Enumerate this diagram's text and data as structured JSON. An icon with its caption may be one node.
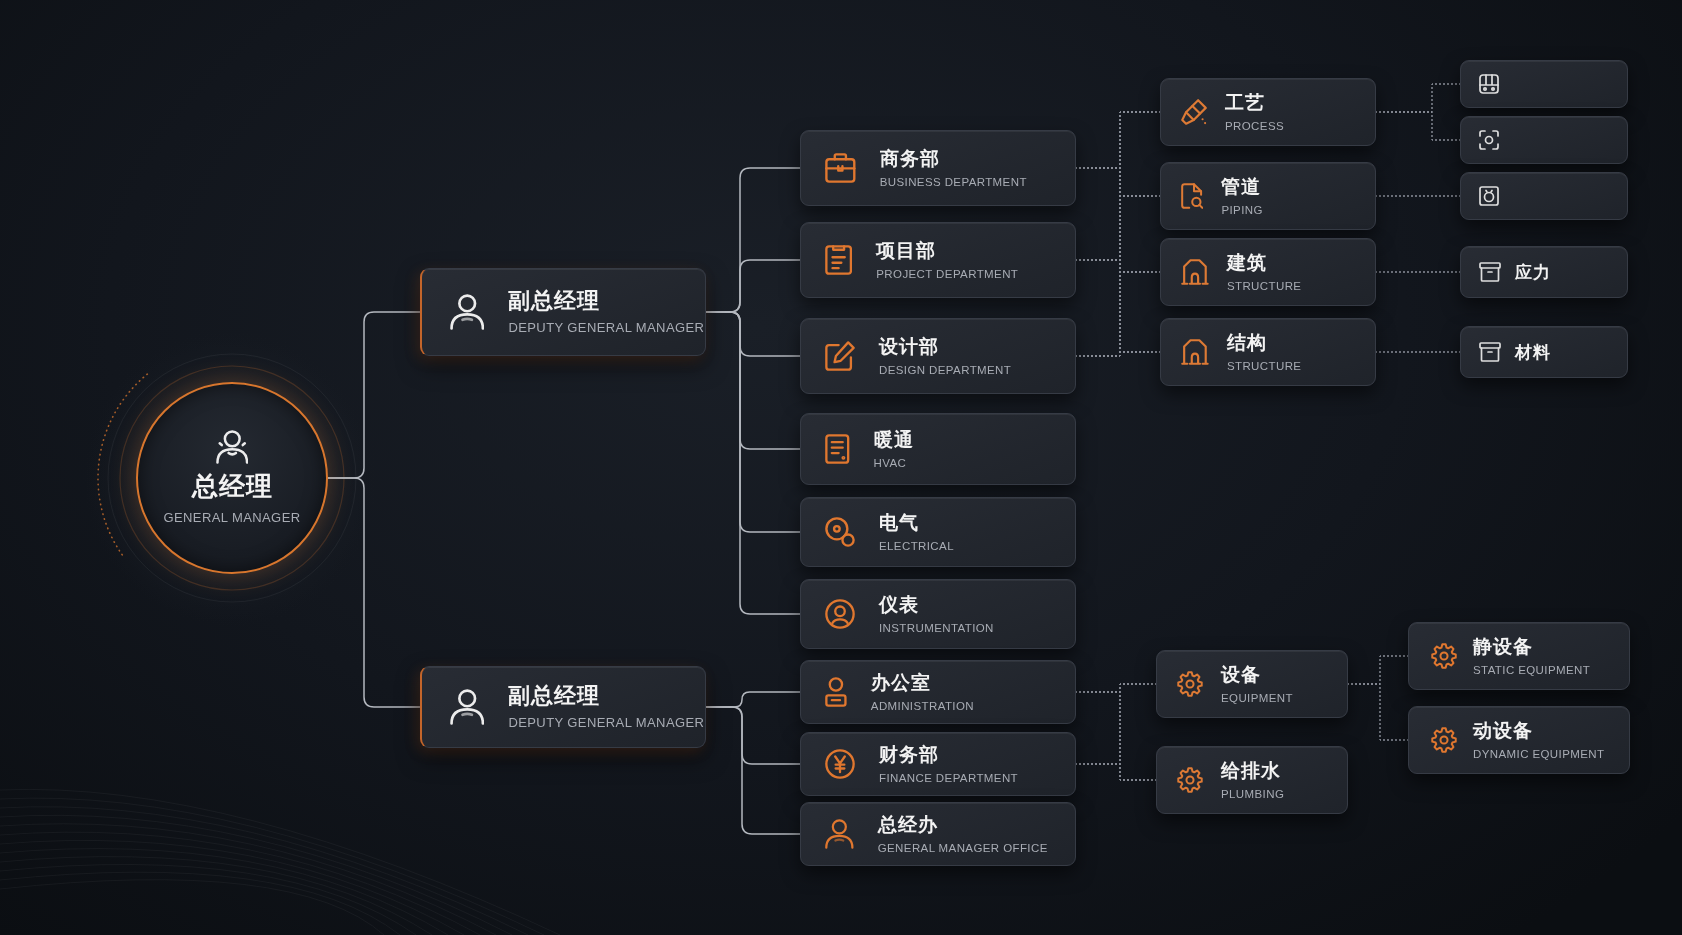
{
  "diagram": {
    "nodes": [
      {
        "text": [
          "总经理",
          "GENERAL MANAGER"
        ]
      },
      {
        "text": [
          "副总经理",
          "DEPUTY GENERAL MANAGER"
        ]
      },
      {
        "text": [
          "副总经理",
          "DEPUTY GENERAL MANAGER"
        ]
      },
      {
        "text": [
          "商务部",
          "BUSINESS DEPARTMENT"
        ]
      },
      {
        "text": [
          "项目部",
          "PROJECT DEPARTMENT"
        ]
      },
      {
        "text": [
          "设计部",
          "DESIGN DEPARTMENT"
        ]
      },
      {
        "text": [
          "暖通",
          "HVAC"
        ]
      },
      {
        "text": [
          "电气",
          "ELECTRICAL"
        ]
      },
      {
        "text": [
          "仪表",
          "INSTRUMENTATION"
        ]
      },
      {
        "text": [
          "办公室",
          "ADMINISTRATION"
        ]
      },
      {
        "text": [
          "财务部",
          "FINANCE DEPARTMENT"
        ]
      },
      {
        "text": [
          "总经办",
          "GENERAL MANAGER OFFICE"
        ]
      },
      {
        "text": [
          "工艺",
          "PROCESS"
        ]
      },
      {
        "text": [
          "管道",
          "PIPING"
        ]
      },
      {
        "text": [
          "建筑",
          "STRUCTURE"
        ]
      },
      {
        "text": [
          "结构",
          "STRUCTURE"
        ]
      },
      {
        "text": [
          "设备",
          "EQUIPMENT"
        ]
      },
      {
        "text": [
          "给排水",
          "PLUMBING"
        ]
      },
      {
        "text": [],
        "shape": "box"
      },
      {
        "text": [],
        "shape": "box"
      },
      {
        "text": [],
        "shape": "box"
      },
      {
        "text": [
          "应力"
        ]
      },
      {
        "text": [
          "材料"
        ]
      },
      {
        "text": [
          "静设备",
          "STATIC EQUIPMENT"
        ]
      },
      {
        "text": [
          "动设备",
          "DYNAMIC EQUIPMENT"
        ]
      }
    ],
    "edges": [
      {
        "from": 0,
        "to": 1,
        "arrow": "none"
      },
      {
        "from": 0,
        "to": 2,
        "arrow": "none"
      },
      {
        "from": 1,
        "to": 3,
        "arrow": "none"
      },
      {
        "from": 1,
        "to": 4,
        "arrow": "none"
      },
      {
        "from": 1,
        "to": 5,
        "arrow": "none"
      },
      {
        "from": 1,
        "to": 6,
        "arrow": "none"
      },
      {
        "from": 1,
        "to": 7,
        "arrow": "none"
      },
      {
        "from": 1,
        "to": 8,
        "arrow": "none"
      },
      {
        "from": 2,
        "to": 9,
        "arrow": "none"
      },
      {
        "from": 2,
        "to": 10,
        "arrow": "none"
      },
      {
        "from": 2,
        "to": 11,
        "arrow": "none"
      },
      {
        "from": 3,
        "to": 12,
        "arrow": "none",
        "style": "dashed"
      },
      {
        "from": 3,
        "to": 13,
        "arrow": "none",
        "style": "dashed"
      },
      {
        "from": 3,
        "to": 14,
        "arrow": "none",
        "style": "dashed"
      },
      {
        "from": 3,
        "to": 15,
        "arrow": "none",
        "style": "dashed"
      },
      {
        "from": 4,
        "to": 12,
        "arrow": "none",
        "style": "dashed"
      },
      {
        "from": 4,
        "to": 13,
        "arrow": "none",
        "style": "dashed"
      },
      {
        "from": 4,
        "to": 14,
        "arrow": "none",
        "style": "dashed"
      },
      {
        "from": 4,
        "to": 15,
        "arrow": "none",
        "style": "dashed"
      },
      {
        "from": 5,
        "to": 12,
        "arrow": "none",
        "style": "dashed"
      },
      {
        "from": 5,
        "to": 13,
        "arrow": "none",
        "style": "dashed"
      },
      {
        "from": 5,
        "to": 14,
        "arrow": "none",
        "style": "dashed"
      },
      {
        "from": 5,
        "to": 15,
        "arrow": "none",
        "style": "dashed"
      },
      {
        "from": 12,
        "to": 18,
        "arrow": "none",
        "style": "dashed"
      },
      {
        "from": 12,
        "to": 19,
        "arrow": "none",
        "style": "dashed"
      },
      {
        "from": 13,
        "to": 20,
        "arrow": "none",
        "style": "dashed"
      },
      {
        "from": 14,
        "to": 21,
        "arrow": "none",
        "style": "dashed"
      },
      {
        "from": 15,
        "to": 22,
        "arrow": "none",
        "style": "dashed"
      },
      {
        "from": 9,
        "to": 16,
        "arrow": "none",
        "style": "dashed"
      },
      {
        "from": 9,
        "to": 17,
        "arrow": "none",
        "style": "dashed"
      },
      {
        "from": 10,
        "to": 16,
        "arrow": "none",
        "style": "dashed"
      },
      {
        "from": 10,
        "to": 17,
        "arrow": "none",
        "style": "dashed"
      },
      {
        "from": 16,
        "to": 23,
        "arrow": "none",
        "style": "dashed"
      },
      {
        "from": 16,
        "to": 24,
        "arrow": "none",
        "style": "dashed"
      }
    ]
  }
}
